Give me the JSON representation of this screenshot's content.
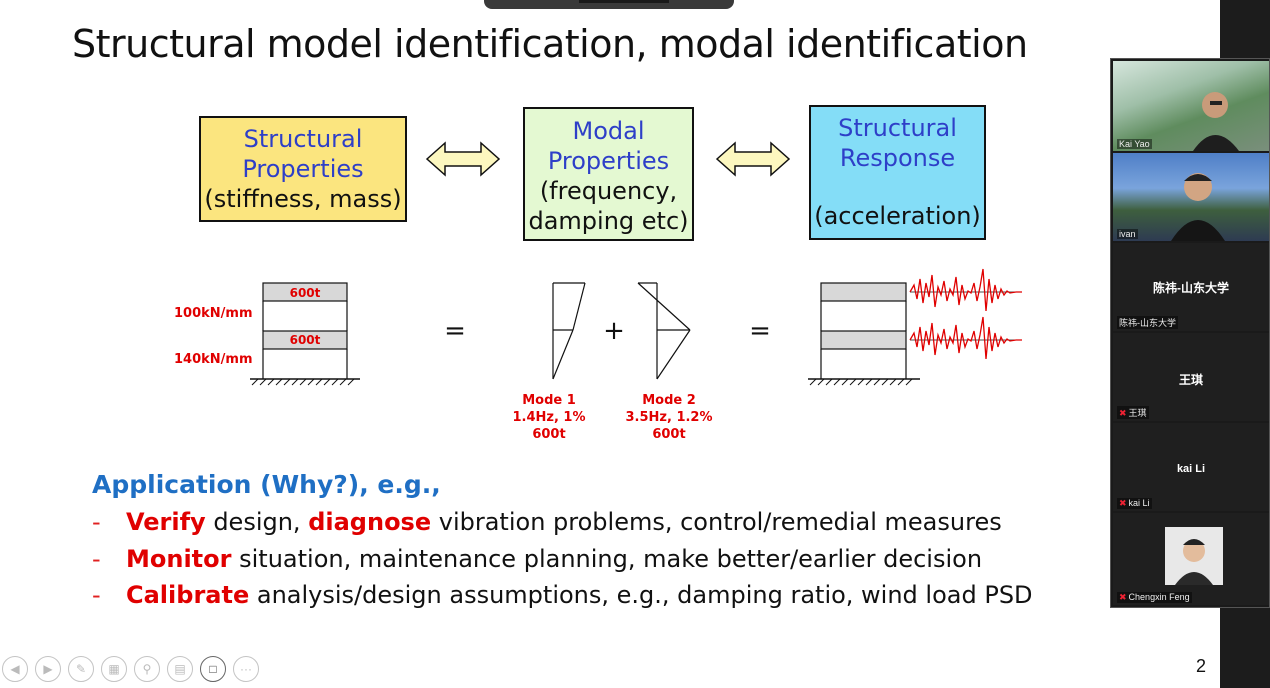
{
  "slide": {
    "title": "Structural model identification, modal identification",
    "boxes": [
      {
        "line1": "Structural",
        "line2": "Properties",
        "line3": "(stiffness, mass)"
      },
      {
        "line1": "Modal",
        "line2": "Properties",
        "line3": "(frequency,",
        "line4": "damping etc)"
      },
      {
        "line1": "Structural",
        "line2": "Response",
        "line3": "(acceleration)"
      }
    ],
    "model": {
      "mass_top": "600t",
      "mass_bottom": "600t",
      "stiffness_top": "100kN/mm",
      "stiffness_bottom": "140kN/mm",
      "equals": "=",
      "plus": "+"
    },
    "modes": [
      {
        "name": "Mode 1",
        "detail": "1.4Hz, 1%",
        "mass": "600t"
      },
      {
        "name": "Mode 2",
        "detail": "3.5Hz, 1.2%",
        "mass": "600t"
      }
    ],
    "application_heading": "Application (Why?), e.g.,",
    "bullets": [
      {
        "dash": "-",
        "kw1": "Verify",
        "t1": " design, ",
        "kw2": "diagnose",
        "t2": " vibration problems, control/remedial measures"
      },
      {
        "dash": "-",
        "kw1": "Monitor",
        "t1": " situation, maintenance planning, make better/earlier decision"
      },
      {
        "dash": "-",
        "kw1": "Calibrate",
        "t1": " analysis/design assumptions, e.g., damping ratio, wind load PSD"
      }
    ],
    "page_number": "2"
  },
  "toolbar": {
    "icons": [
      "prev-icon",
      "next-icon",
      "pen-icon",
      "grid-icon",
      "zoom-icon",
      "subtitle-icon",
      "camera-icon",
      "more-icon"
    ],
    "active_index": 6
  },
  "participants": [
    {
      "name": "Kai Yao",
      "video": true
    },
    {
      "name": "ivan",
      "video": true
    },
    {
      "display": "陈祎-山东大学",
      "name": "陈祎-山东大学",
      "muted": false
    },
    {
      "display": "王琪",
      "name": "王琪",
      "muted": true
    },
    {
      "display": "kai Li",
      "name": "kai Li",
      "muted": true
    },
    {
      "name": "Chengxin Feng",
      "muted": true,
      "video": true
    }
  ],
  "colors": {
    "box1_bg": "#fbe57f",
    "box2_bg": "#e4f9d2",
    "box3_bg": "#84ddf7",
    "keyword_red": "#e00000",
    "heading_blue": "#1f6fc4"
  }
}
